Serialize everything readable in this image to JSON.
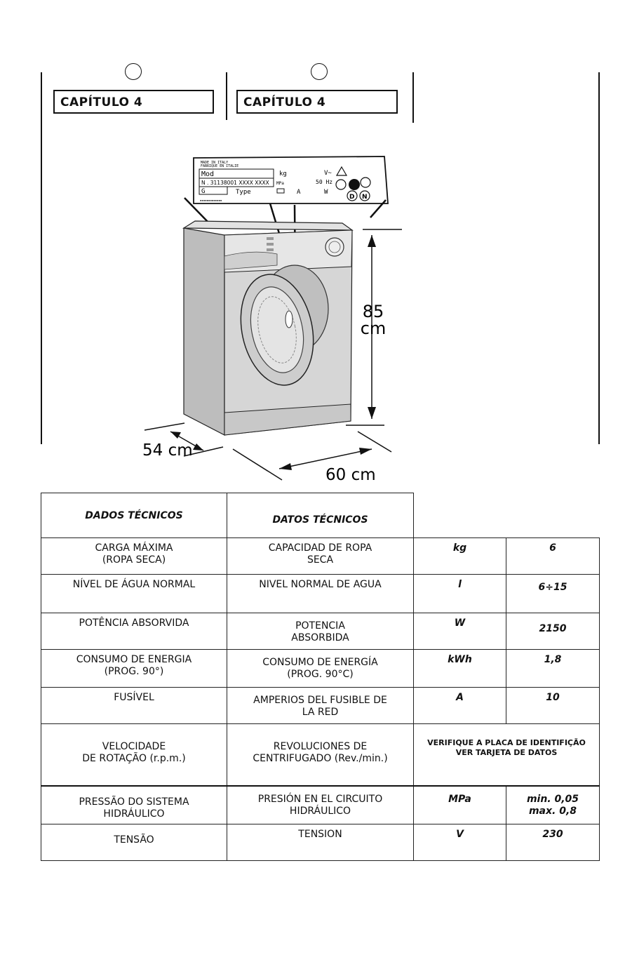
{
  "chapters": [
    {
      "label": "CAPÍTULO 4"
    },
    {
      "label": "CAPÍTULO 4"
    }
  ],
  "figure": {
    "dimension_height": "85",
    "dimension_height_unit": "cm",
    "dimension_depth": "54 cm",
    "dimension_width": "60 cm",
    "rating_plate": {
      "made_in": "MADE IN ITALY",
      "fabrique": "FABRIQUE EN ITALIE",
      "mod": "Mod",
      "serial": "N . 31138001 XXXX XXXX",
      "g": "G",
      "type": "Type",
      "kg": "kg",
      "v": "V~",
      "hz": "50 Hz",
      "a": "A",
      "w": "W",
      "mpa": "MPa",
      "d": "D",
      "n": "N"
    }
  },
  "table": {
    "headers": [
      "DADOS TÉCNICOS",
      "DATOS TÉCNICOS"
    ],
    "rows": [
      {
        "pt": [
          "CARGA MÁXIMA",
          "(ROPA SECA)"
        ],
        "es": [
          "CAPACIDAD DE ROPA",
          "SECA"
        ],
        "unit": "kg",
        "value": [
          "6"
        ]
      },
      {
        "pt": [
          "NÍVEL DE ÁGUA NORMAL"
        ],
        "es": [
          "NIVEL NORMAL DE AGUA"
        ],
        "unit": "l",
        "value": [
          "6÷15"
        ]
      },
      {
        "pt": [
          "POTÊNCIA ABSORVIDA"
        ],
        "es": [
          "POTENCIA",
          "ABSORBIDA"
        ],
        "unit": "W",
        "value": [
          "2150"
        ]
      },
      {
        "pt": [
          "CONSUMO DE ENERGIA",
          "(PROG. 90°)"
        ],
        "es": [
          "CONSUMO DE ENERGÍA",
          "(PROG. 90°C)"
        ],
        "unit": "kWh",
        "value": [
          "1,8"
        ]
      },
      {
        "pt": [
          "FUSÍVEL"
        ],
        "es": [
          "AMPERIOS DEL FUSIBLE DE",
          "LA RED"
        ],
        "unit": "A",
        "value": [
          "10"
        ]
      },
      {
        "pt": [
          "VELOCIDADE",
          "DE ROTAÇÃO (r.p.m.)"
        ],
        "es": [
          "REVOLUCIONES DE",
          "CENTRIFUGADO (Rev./min.)"
        ],
        "note": [
          "VERIFIQUE A PLACA DE IDENTIFIÇÃO",
          "VER TARJETA DE DATOS"
        ]
      },
      {
        "pt": [
          "PRESSÃO DO SISTEMA",
          "HIDRÁULICO"
        ],
        "es": [
          "PRESIÓN EN EL CIRCUITO",
          "HIDRÁULICO"
        ],
        "unit": "MPa",
        "value": [
          "min. 0,05",
          "max. 0,8"
        ]
      },
      {
        "pt": [
          "TENSÃO"
        ],
        "es": [
          "TENSION"
        ],
        "unit": "V",
        "value": [
          "230"
        ]
      }
    ]
  }
}
